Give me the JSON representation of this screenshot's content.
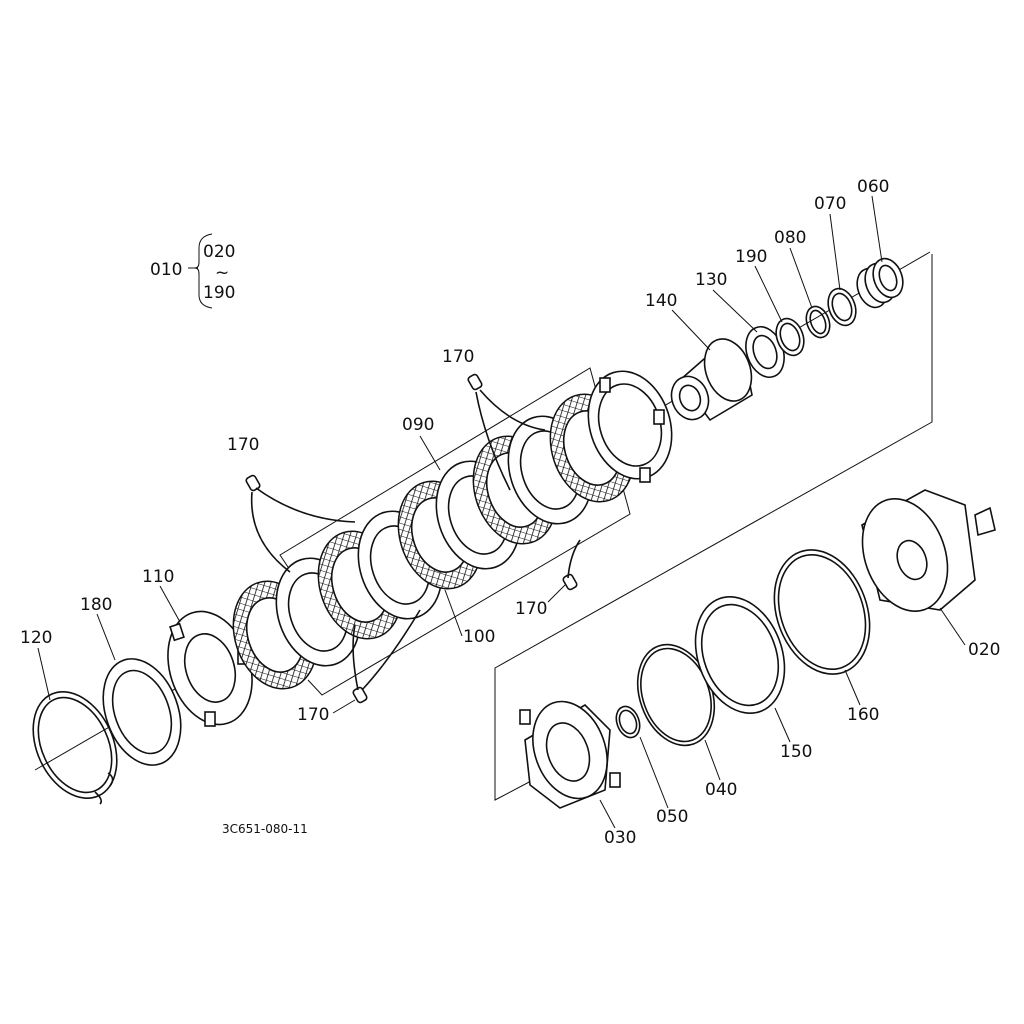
{
  "drawing_code": "3C651-080-11",
  "assembly": {
    "ref": "010",
    "from": "020",
    "tilde": "~",
    "to": "190"
  },
  "callouts": {
    "c020": "020",
    "c030": "030",
    "c040": "040",
    "c050": "050",
    "c060": "060",
    "c070": "070",
    "c080": "080",
    "c090": "090",
    "c100": "100",
    "c110": "110",
    "c120": "120",
    "c130": "130",
    "c140": "140",
    "c150": "150",
    "c160": "160",
    "c170a": "170",
    "c170b": "170",
    "c170c": "170",
    "c170d": "170",
    "c180": "180",
    "c190": "190"
  }
}
